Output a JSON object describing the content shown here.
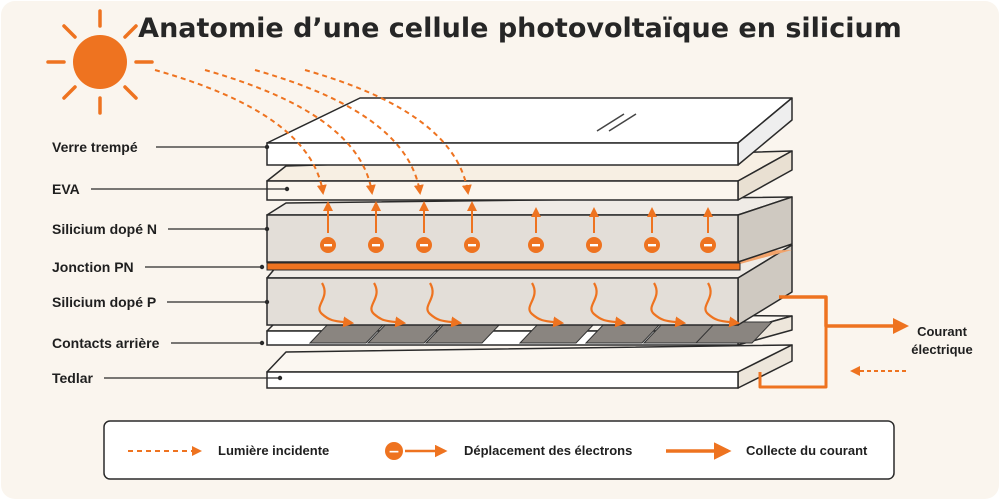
{
  "title": "Anatomie d’une cellule photovoltaïque en silicium",
  "layers": [
    "Verre trempé",
    "EVA",
    "Silicium dopé N",
    "Jonction PN",
    "Silicium dopé P",
    "Contacts arrière",
    "Tedlar"
  ],
  "current_label": [
    "Courant",
    "électrique"
  ],
  "electron_symbol": "−",
  "legend": {
    "incident_light": "Lumière incidente",
    "electron_movement": "Déplacement des électrons",
    "current_collection": "Collecte du courant"
  },
  "colors": {
    "accent": "#ee7320",
    "background": "#faf5ee",
    "ink": "#262626",
    "glass": "#ffffff",
    "eva": "#f7efe3",
    "silicon": "#e3ded8",
    "junction": "#ee7320"
  }
}
